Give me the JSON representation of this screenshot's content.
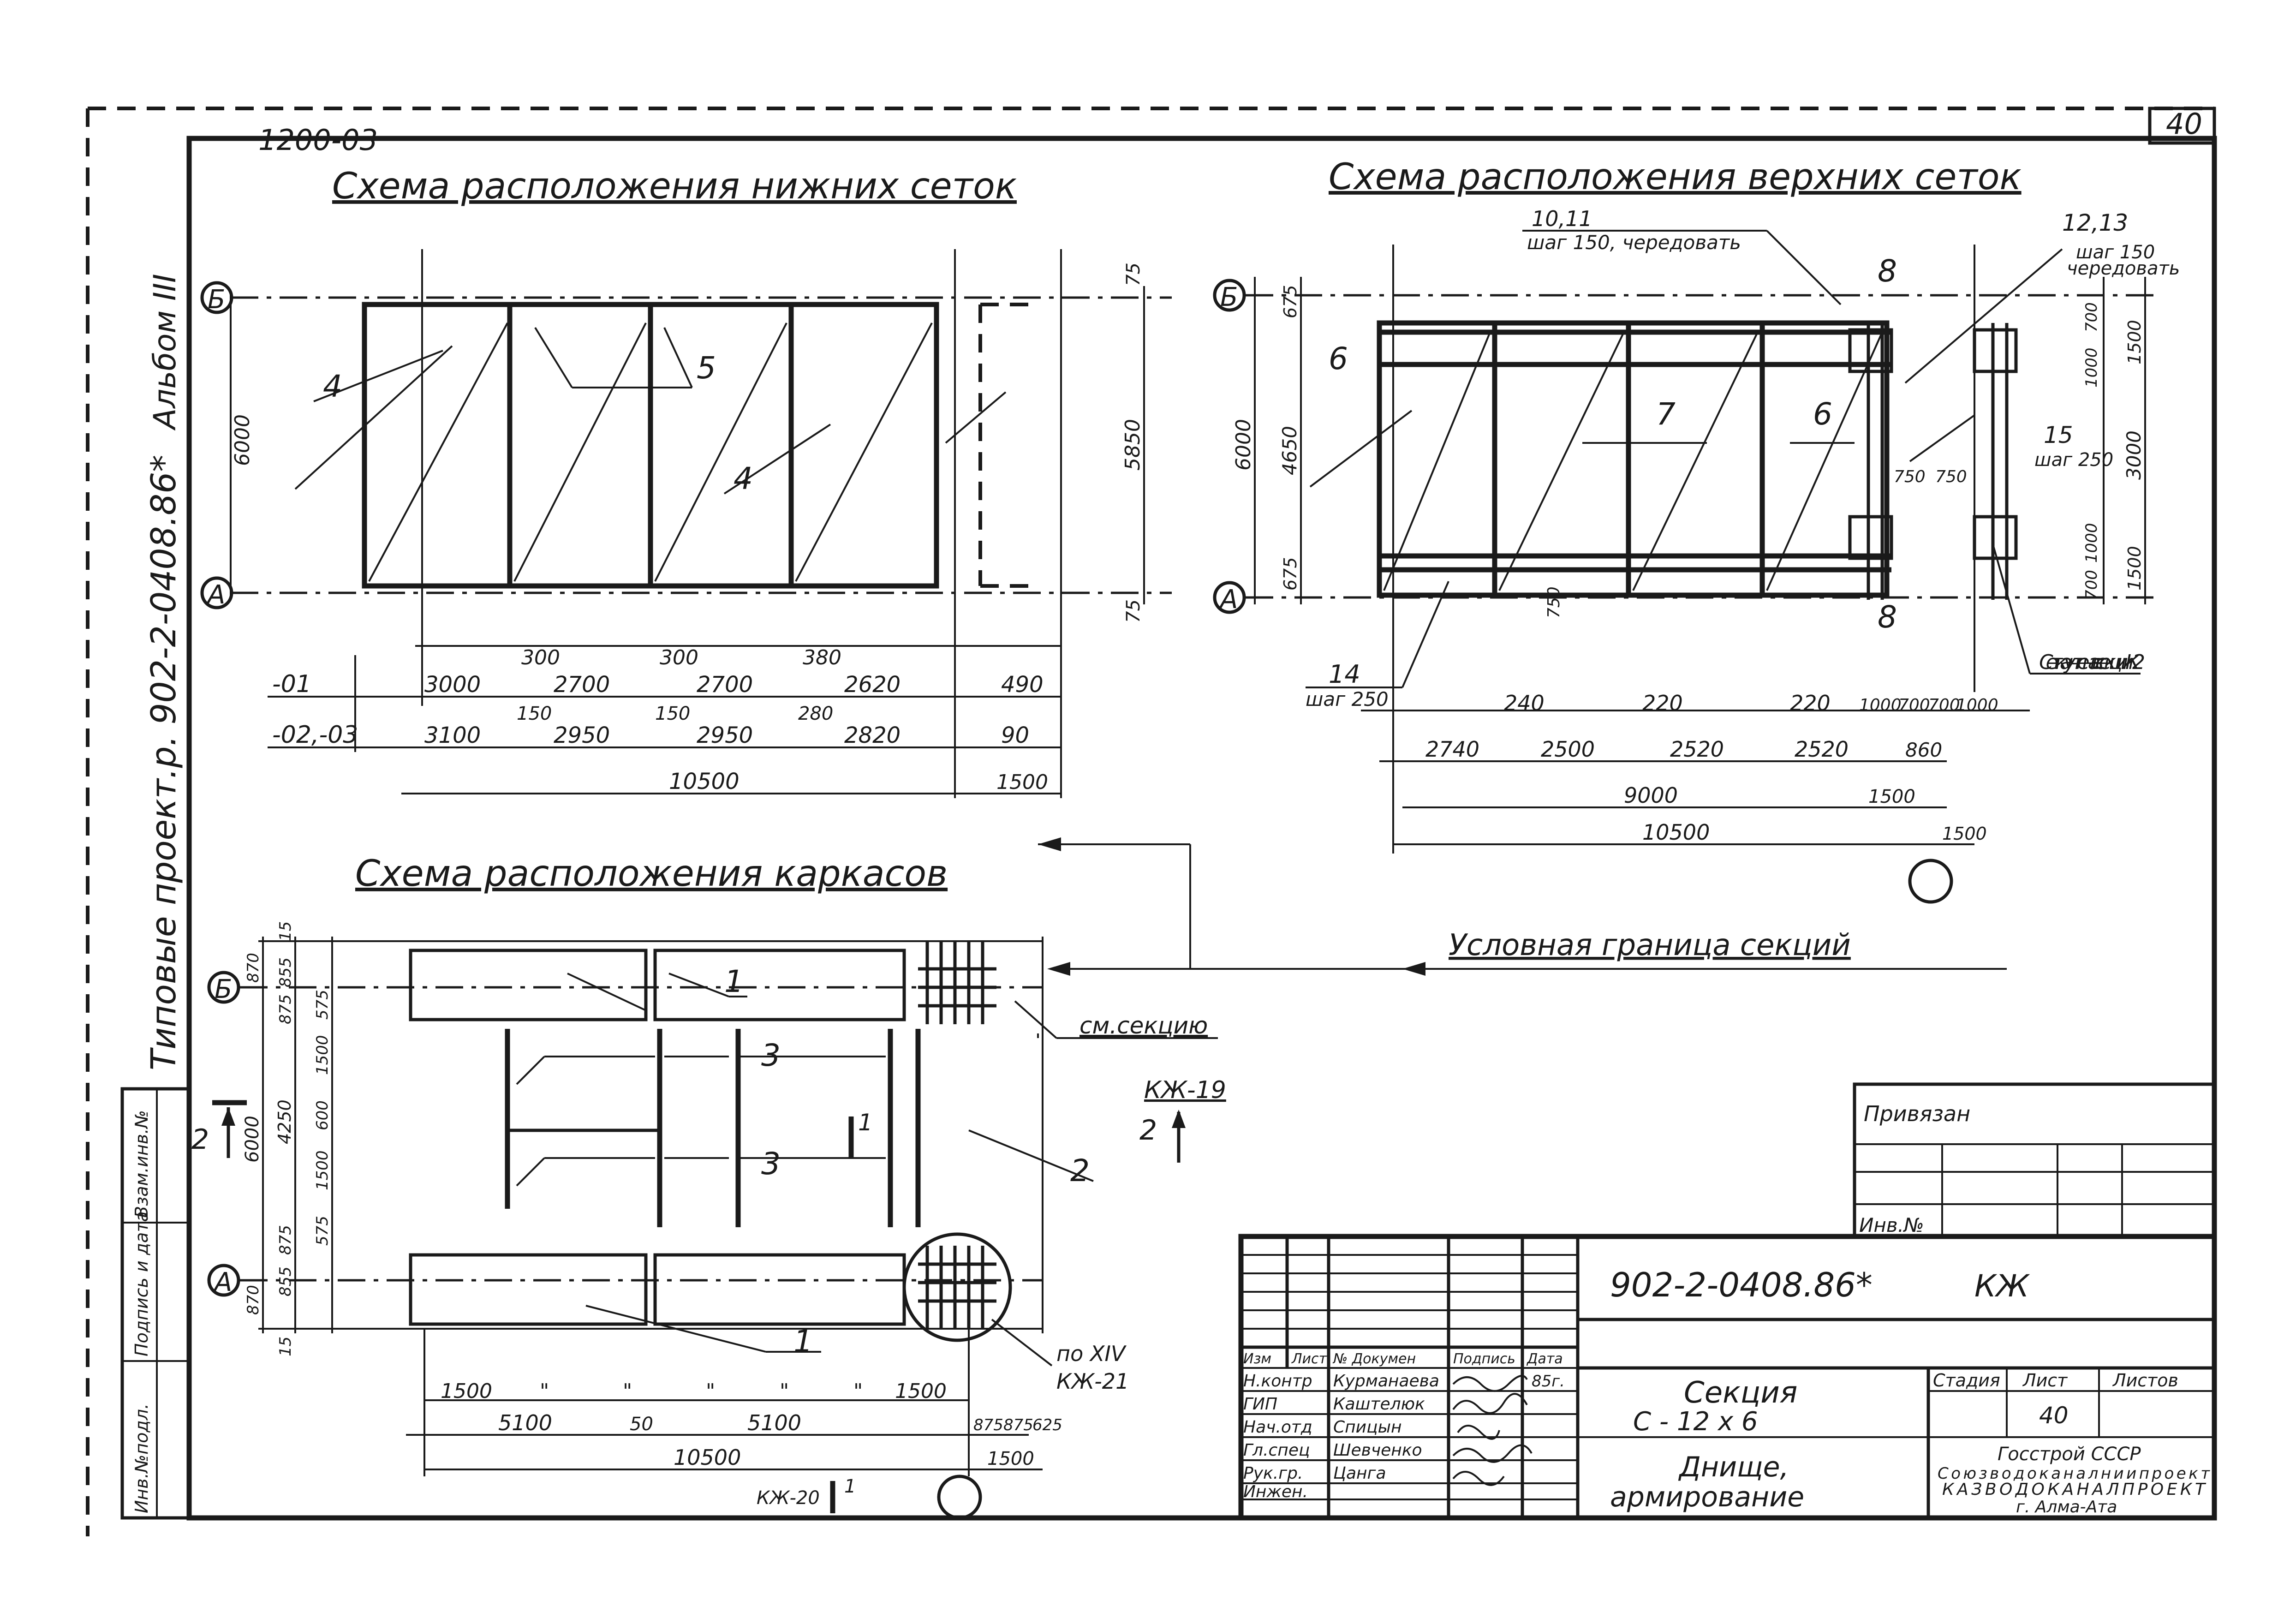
{
  "header": {
    "sheet_code": "1200-03",
    "sheet_corner_number": "40",
    "album": "Альбом III",
    "project": "Типовые проект.р. 902-2-0408.86*"
  },
  "left_stamp": {
    "cells": [
      "Инв.№подл.",
      "Подпись и дата",
      "Взам.инв.№"
    ]
  },
  "axes": {
    "b": "Б",
    "a": "А"
  },
  "drawings": {
    "lower_meshes": {
      "title": "Схема расположения нижних сеток",
      "marks": [
        "4",
        "5",
        "4"
      ],
      "dims_vertical": [
        "6000",
        "5850",
        "75",
        "75"
      ],
      "row1_label": "-01",
      "row1_top": [
        "300",
        "300",
        "380"
      ],
      "row1": [
        "3000",
        "2700",
        "2700",
        "2620",
        "490"
      ],
      "row2_label": "-02,-03",
      "row2_top": [
        "150",
        "150",
        "280"
      ],
      "row2": [
        "3100",
        "2950",
        "2950",
        "2820",
        "90"
      ],
      "total": "10500",
      "extra": "1500"
    },
    "upper_meshes": {
      "title": "Схема расположения верхних сеток",
      "note_top": "10,11",
      "note_step": "шаг 150, чередовать",
      "note_right": "12,13",
      "note_right_step": "шаг 150",
      "note_right_alt": "чередовать",
      "marks": [
        "6",
        "7",
        "6",
        "8",
        "8"
      ],
      "mark15": "15",
      "mark15_step": "шаг 250",
      "mark14": "14",
      "mark14_step": "шаг 250",
      "dims_left": [
        "675",
        "4650",
        "675",
        "6000"
      ],
      "dims_mid": [
        "750",
        "750",
        "750"
      ],
      "dims_right": [
        "700",
        "1000",
        "1500",
        "3000",
        "1000",
        "700",
        "1500"
      ],
      "row_a": [
        "240",
        "220",
        "220",
        "1000",
        "700",
        "700",
        "1000"
      ],
      "row_b": [
        "2740",
        "2500",
        "2520",
        "2520",
        "860"
      ],
      "row_c": [
        "9000",
        "1500"
      ],
      "row_d": [
        "10500",
        "1500"
      ],
      "mesh_note": "Сетка учтена в секции К2"
    },
    "boundary": {
      "label": "Условная граница секций"
    },
    "frames": {
      "title": "Схема расположения каркасов",
      "marks": [
        "1",
        "3",
        "3",
        "2",
        "1"
      ],
      "see_section": "см.секцию",
      "section_ref": "КЖ-19",
      "section_num": "2",
      "section_num_left": "2",
      "node_ref": "по XIV",
      "node_sheet": "КЖ-21",
      "cut_ref": "КЖ-20",
      "cut_num": "1",
      "small_cut": "1",
      "dims_left": [
        "15",
        "870",
        "855",
        "875",
        "575",
        "1500",
        "4250",
        "600",
        "1500",
        "575",
        "875",
        "855",
        "870",
        "15",
        "6000"
      ],
      "row_a": [
        "1500",
        "\"",
        "\"",
        "\"",
        "\"",
        "\"",
        "1500"
      ],
      "row_b": [
        "5100",
        "50",
        "5100",
        "875",
        "875",
        "625"
      ],
      "row_c": [
        "10500",
        "1500"
      ]
    }
  },
  "privyazan": {
    "label": "Привязан",
    "inv": "Инв.№"
  },
  "title_block": {
    "code": "902-2-0408.86*",
    "mark": "КЖ",
    "col_headers": [
      "Изм",
      "Лист",
      "№ Докумен",
      "Подпись",
      "Дата"
    ],
    "people": [
      {
        "role": "Н.контр",
        "name": "Курманаева",
        "date": "85г."
      },
      {
        "role": "ГИП",
        "name": "Каштелюк",
        "date": ""
      },
      {
        "role": "Нач.отд",
        "name": "Спицын",
        "date": ""
      },
      {
        "role": "Гл.спец",
        "name": "Шевченко",
        "date": ""
      },
      {
        "role": "Рук.гр.",
        "name": "Цанга",
        "date": ""
      },
      {
        "role": "Инжен.",
        "name": "",
        "date": ""
      }
    ],
    "section_title": "Секция",
    "section_size": "С - 12 х 6",
    "subject": "Днище,",
    "subject2": "армирование",
    "stage_label": "Стадия",
    "sheet_label": "Лист",
    "sheets_label": "Листов",
    "sheet_no": "40",
    "org1": "Госстрой СССР",
    "org2": "Союзводоканалниипроект",
    "org3": "КАЗВОДОКАНАЛПРОЕКТ",
    "org4": "г. Алма-Ата"
  }
}
